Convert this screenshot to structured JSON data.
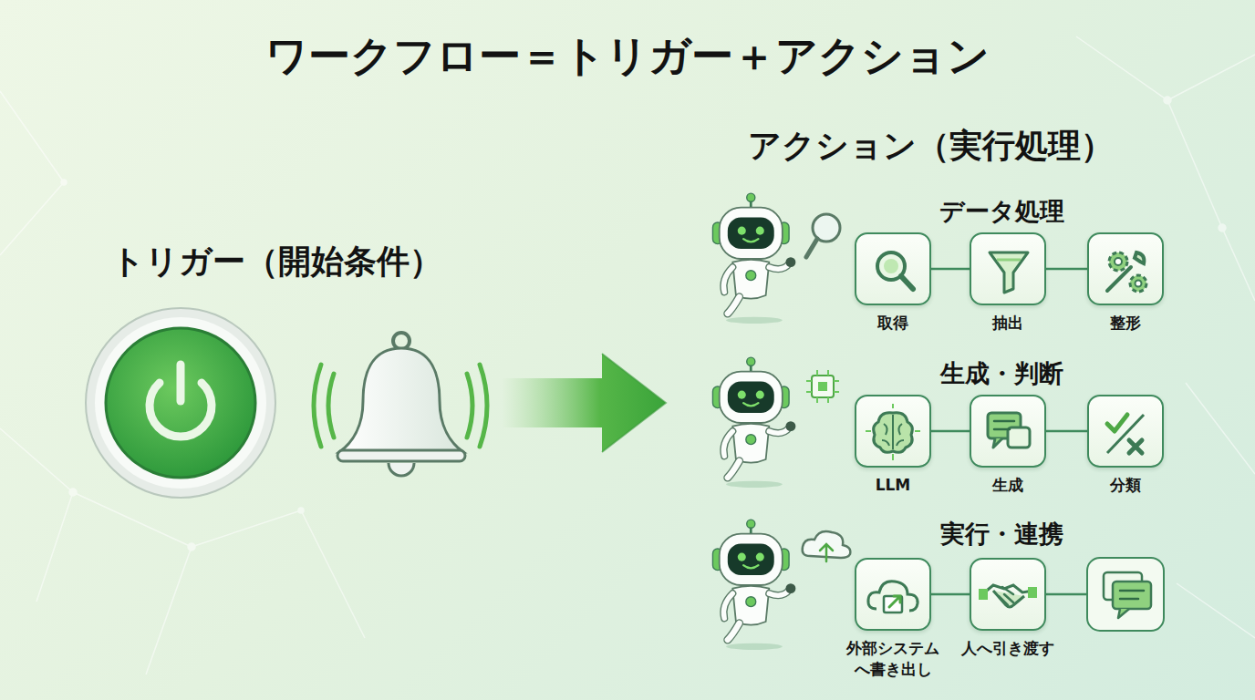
{
  "diagram": {
    "title": "ワークフロー＝トリガー＋アクション",
    "nodes": [
      {
        "text": [
          "取得"
        ]
      },
      {
        "text": [
          "抽出"
        ]
      },
      {
        "text": [
          "整形"
        ]
      },
      {
        "text": [
          "LLM"
        ]
      },
      {
        "text": [
          "生成"
        ]
      },
      {
        "text": [
          "分類"
        ]
      },
      {
        "text": [
          "外部システム へ書き出し"
        ]
      },
      {
        "text": [
          "人へ引き渡す"
        ]
      }
    ],
    "edges": [
      {
        "from": 0,
        "to": 1,
        "arrow": "none"
      },
      {
        "from": 1,
        "to": 2,
        "arrow": "none"
      },
      {
        "from": 3,
        "to": 4,
        "arrow": "none"
      },
      {
        "from": 4,
        "to": 5,
        "arrow": "none"
      },
      {
        "from": 6,
        "to": 7,
        "arrow": "none"
      }
    ],
    "labels": [
      "トリガー（開始条件）",
      "アクション（実行処理）",
      "データ処理",
      "生成・判断",
      "実行・連携"
    ]
  }
}
